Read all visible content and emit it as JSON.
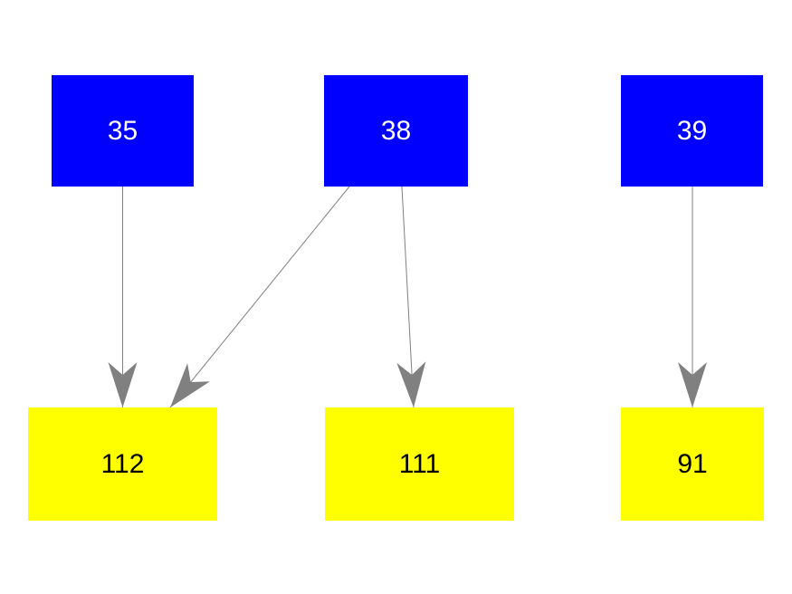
{
  "diagram": {
    "type": "directed-graph",
    "background_color": "#ffffff",
    "edge_color": "#808080",
    "node_fill_source": "#0000ff",
    "node_fill_target": "#ffff00",
    "node_text_source": "#ffffff",
    "node_text_target": "#000000",
    "nodes": [
      {
        "id": "35",
        "label": "35",
        "row": "top",
        "fill": "#0000ff"
      },
      {
        "id": "38",
        "label": "38",
        "row": "top",
        "fill": "#0000ff"
      },
      {
        "id": "39",
        "label": "39",
        "row": "top",
        "fill": "#0000ff"
      },
      {
        "id": "112",
        "label": "112",
        "row": "bottom",
        "fill": "#ffff00"
      },
      {
        "id": "111",
        "label": "111",
        "row": "bottom",
        "fill": "#ffff00"
      },
      {
        "id": "91",
        "label": "91",
        "row": "bottom",
        "fill": "#ffff00"
      }
    ],
    "edges": [
      {
        "from": "35",
        "to": "112"
      },
      {
        "from": "38",
        "to": "112"
      },
      {
        "from": "38",
        "to": "111"
      },
      {
        "from": "39",
        "to": "91"
      }
    ]
  }
}
